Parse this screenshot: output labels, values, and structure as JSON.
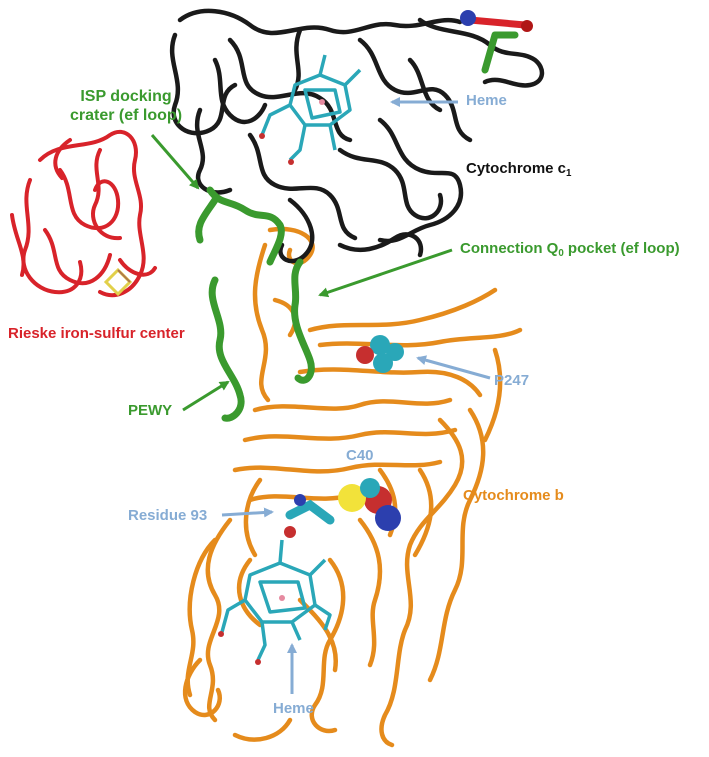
{
  "labels": {
    "isp_docking": [
      "ISP docking",
      "crater (ef loop)"
    ],
    "heme_top": "Heme",
    "cytochrome_c1": {
      "text": "Cytochrome c",
      "sub": "1"
    },
    "rieske": "Rieske iron-sulfur center",
    "connection_q0": {
      "pre": "Connection Q",
      "sub": "0",
      "post": " pocket (ef loop)"
    },
    "pewy": "PEWY",
    "p247": "P247",
    "c40": "C40",
    "residue_93": "Residue 93",
    "cytochrome_b": "Cytochrome b",
    "heme_bottom": "Heme"
  },
  "colors": {
    "cytochrome_c1": "#1a1a1a",
    "rieske": "#d8232a",
    "cytochrome_b": "#e58b1c",
    "ef_loop": "#3a9a2e",
    "heme": "#2aa7b8",
    "annotation_blue": "#86acd4",
    "annotation_green": "#3a9a2e"
  }
}
